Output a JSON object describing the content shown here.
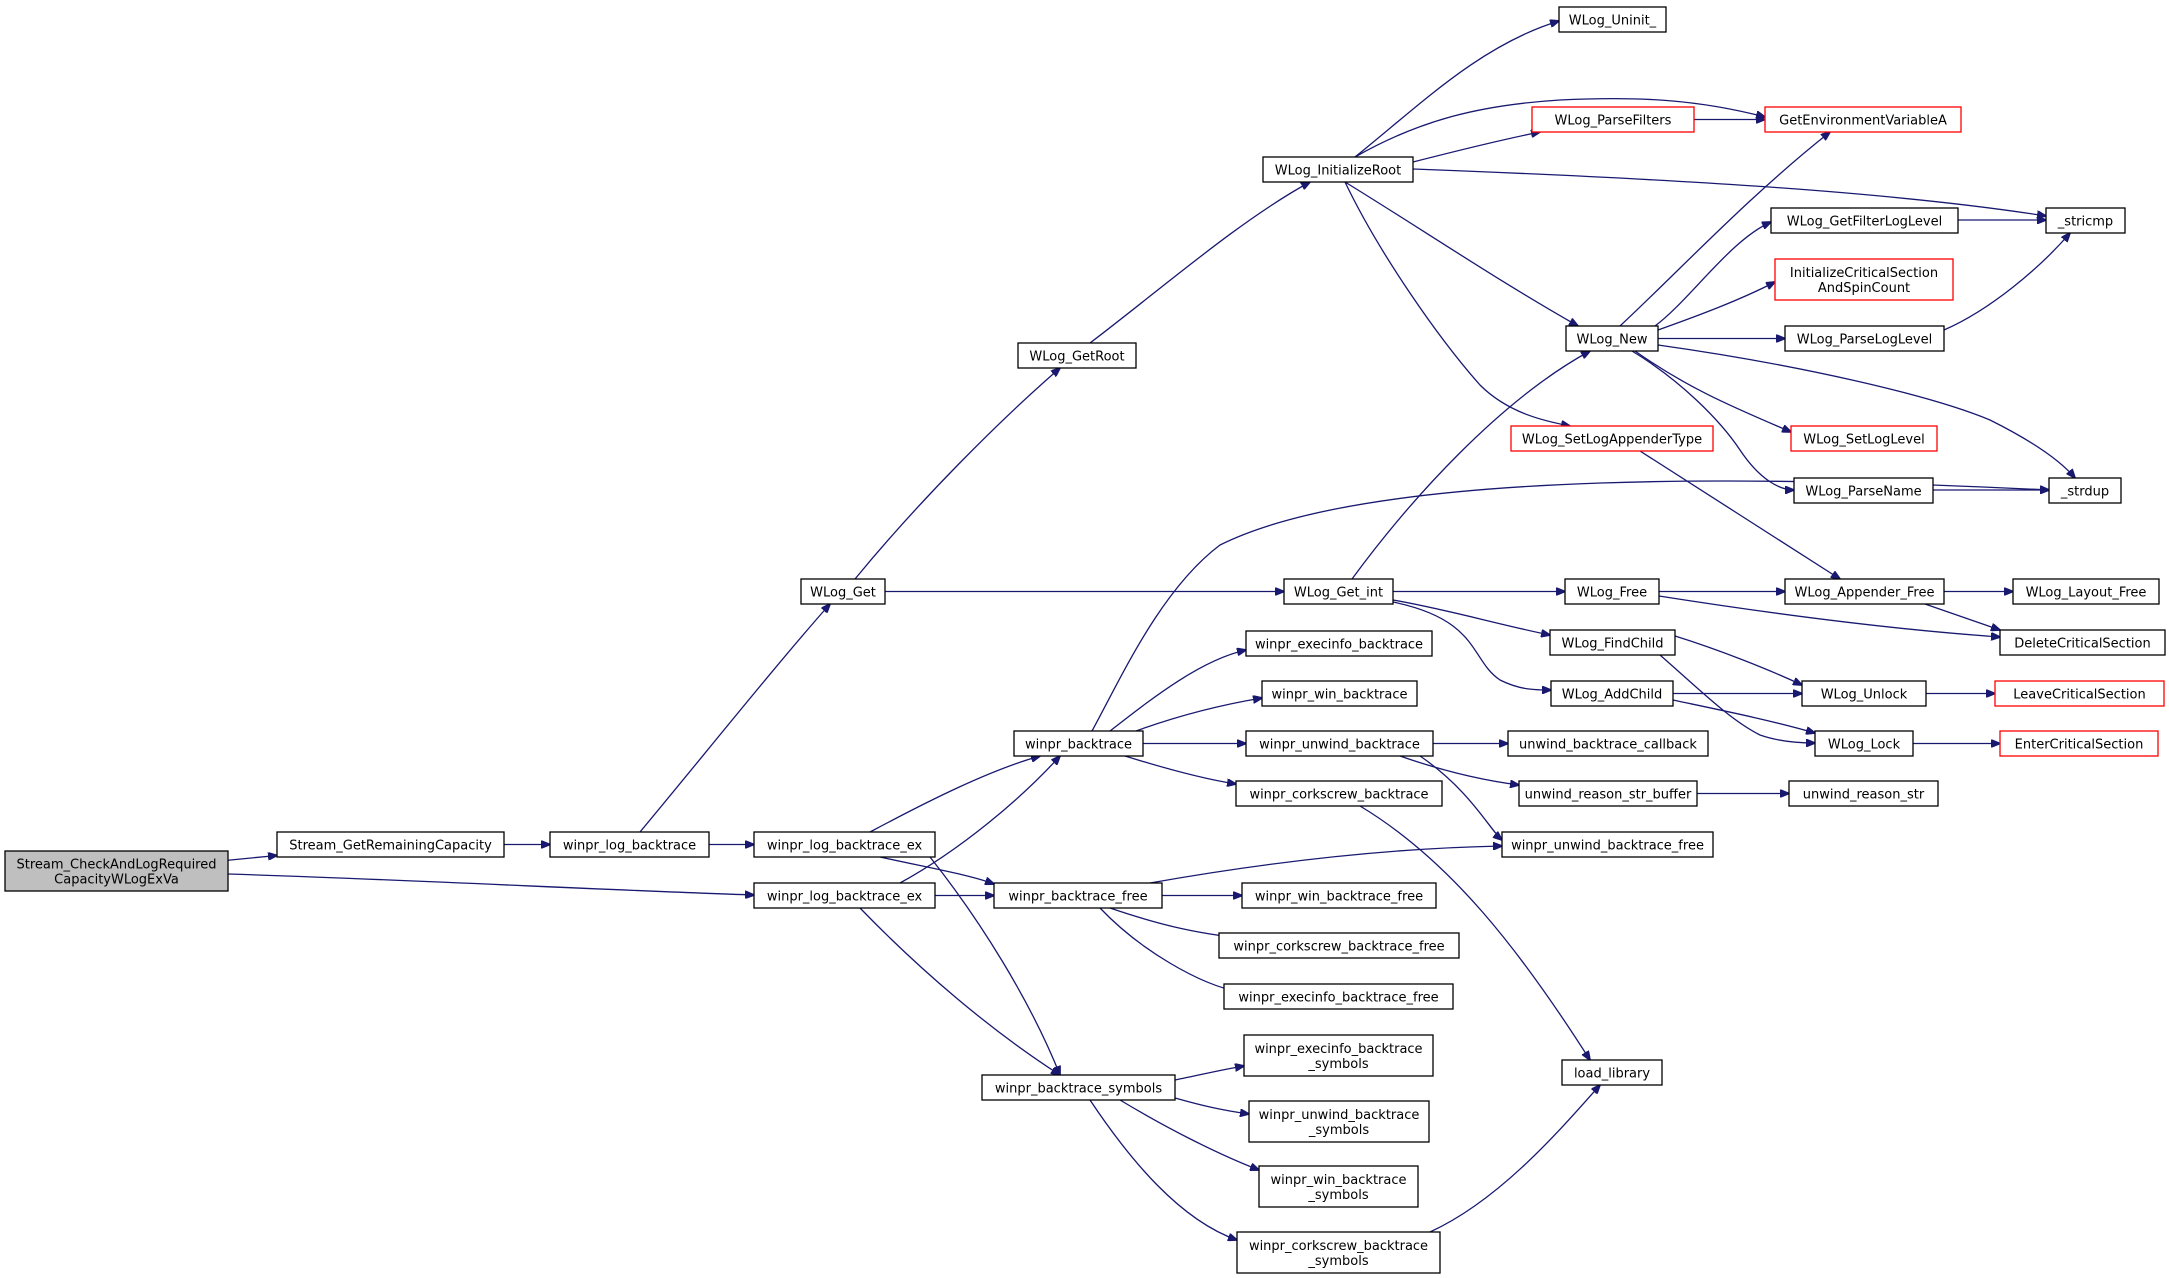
{
  "colors": {
    "edge": "#191970",
    "node_border": "#000000",
    "node_border_truncated": "#ff0000",
    "root_fill": "#bfbfbf",
    "node_fill": "#ffffff",
    "text": "#000000"
  },
  "nodes": [
    {
      "id": "stream_check",
      "lines": [
        "Stream_CheckAndLogRequired",
        "CapacityWLogExVa"
      ],
      "style": "root"
    },
    {
      "id": "stream_getremaining",
      "lines": [
        "Stream_GetRemainingCapacity"
      ],
      "style": "normal"
    },
    {
      "id": "winpr_log_backtrace",
      "lines": [
        "winpr_log_backtrace"
      ],
      "style": "normal"
    },
    {
      "id": "wlog_get",
      "lines": [
        "WLog_Get"
      ],
      "style": "normal"
    },
    {
      "id": "wlog_getroot",
      "lines": [
        "WLog_GetRoot"
      ],
      "style": "normal"
    },
    {
      "id": "wlog_initializeroot",
      "lines": [
        "WLog_InitializeRoot"
      ],
      "style": "normal"
    },
    {
      "id": "wlog_uninit",
      "lines": [
        "WLog_Uninit_"
      ],
      "style": "normal"
    },
    {
      "id": "wlog_parsefilters",
      "lines": [
        "WLog_ParseFilters"
      ],
      "style": "truncated"
    },
    {
      "id": "getenv",
      "lines": [
        "GetEnvironmentVariableA"
      ],
      "style": "truncated"
    },
    {
      "id": "stricmp",
      "lines": [
        "_stricmp"
      ],
      "style": "normal"
    },
    {
      "id": "wlog_getfilterloglevel",
      "lines": [
        "WLog_GetFilterLogLevel"
      ],
      "style": "normal"
    },
    {
      "id": "initcritsec",
      "lines": [
        "InitializeCriticalSection",
        "AndSpinCount"
      ],
      "style": "truncated"
    },
    {
      "id": "wlog_new",
      "lines": [
        "WLog_New"
      ],
      "style": "normal"
    },
    {
      "id": "wlog_parseloglevel",
      "lines": [
        "WLog_ParseLogLevel"
      ],
      "style": "normal"
    },
    {
      "id": "wlog_setappendertype",
      "lines": [
        "WLog_SetLogAppenderType"
      ],
      "style": "truncated"
    },
    {
      "id": "wlog_setloglevel",
      "lines": [
        "WLog_SetLogLevel"
      ],
      "style": "truncated"
    },
    {
      "id": "wlog_parsename",
      "lines": [
        "WLog_ParseName"
      ],
      "style": "normal"
    },
    {
      "id": "strdup",
      "lines": [
        "_strdup"
      ],
      "style": "normal"
    },
    {
      "id": "wlog_get_int",
      "lines": [
        "WLog_Get_int"
      ],
      "style": "normal"
    },
    {
      "id": "wlog_free",
      "lines": [
        "WLog_Free"
      ],
      "style": "normal"
    },
    {
      "id": "wlog_appender_free",
      "lines": [
        "WLog_Appender_Free"
      ],
      "style": "normal"
    },
    {
      "id": "wlog_layout_free",
      "lines": [
        "WLog_Layout_Free"
      ],
      "style": "normal"
    },
    {
      "id": "deletecritsec",
      "lines": [
        "DeleteCriticalSection"
      ],
      "style": "normal"
    },
    {
      "id": "wlog_findchild",
      "lines": [
        "WLog_FindChild"
      ],
      "style": "normal"
    },
    {
      "id": "wlog_addchild",
      "lines": [
        "WLog_AddChild"
      ],
      "style": "normal"
    },
    {
      "id": "wlog_unlock",
      "lines": [
        "WLog_Unlock"
      ],
      "style": "normal"
    },
    {
      "id": "leavecritsec",
      "lines": [
        "LeaveCriticalSection"
      ],
      "style": "truncated"
    },
    {
      "id": "wlog_lock",
      "lines": [
        "WLog_Lock"
      ],
      "style": "normal"
    },
    {
      "id": "entercritsec",
      "lines": [
        "EnterCriticalSection"
      ],
      "style": "truncated"
    },
    {
      "id": "winpr_execinfo_backtrace",
      "lines": [
        "winpr_execinfo_backtrace"
      ],
      "style": "normal"
    },
    {
      "id": "winpr_win_backtrace",
      "lines": [
        "winpr_win_backtrace"
      ],
      "style": "normal"
    },
    {
      "id": "winpr_backtrace",
      "lines": [
        "winpr_backtrace"
      ],
      "style": "normal"
    },
    {
      "id": "winpr_unwind_backtrace",
      "lines": [
        "winpr_unwind_backtrace"
      ],
      "style": "normal"
    },
    {
      "id": "unwind_backtrace_callback",
      "lines": [
        "unwind_backtrace_callback"
      ],
      "style": "normal"
    },
    {
      "id": "winpr_corkscrew_backtrace",
      "lines": [
        "winpr_corkscrew_backtrace"
      ],
      "style": "normal"
    },
    {
      "id": "unwind_reason_str_buffer",
      "lines": [
        "unwind_reason_str_buffer"
      ],
      "style": "normal"
    },
    {
      "id": "unwind_reason_str",
      "lines": [
        "unwind_reason_str"
      ],
      "style": "normal"
    },
    {
      "id": "winpr_log_backtrace_ex_1",
      "lines": [
        "winpr_log_backtrace_ex"
      ],
      "style": "normal"
    },
    {
      "id": "winpr_unwind_backtrace_free",
      "lines": [
        "winpr_unwind_backtrace_free"
      ],
      "style": "normal"
    },
    {
      "id": "winpr_log_backtrace_ex_2",
      "lines": [
        "winpr_log_backtrace_ex"
      ],
      "style": "normal"
    },
    {
      "id": "winpr_backtrace_free",
      "lines": [
        "winpr_backtrace_free"
      ],
      "style": "normal"
    },
    {
      "id": "winpr_win_backtrace_free",
      "lines": [
        "winpr_win_backtrace_free"
      ],
      "style": "normal"
    },
    {
      "id": "winpr_corkscrew_backtrace_free",
      "lines": [
        "winpr_corkscrew_backtrace_free"
      ],
      "style": "normal"
    },
    {
      "id": "winpr_execinfo_backtrace_free",
      "lines": [
        "winpr_execinfo_backtrace_free"
      ],
      "style": "normal"
    },
    {
      "id": "winpr_execinfo_backtrace_symbols",
      "lines": [
        "winpr_execinfo_backtrace",
        "_symbols"
      ],
      "style": "normal"
    },
    {
      "id": "load_library",
      "lines": [
        "load_library"
      ],
      "style": "normal"
    },
    {
      "id": "winpr_backtrace_symbols",
      "lines": [
        "winpr_backtrace_symbols"
      ],
      "style": "normal"
    },
    {
      "id": "winpr_unwind_backtrace_symbols",
      "lines": [
        "winpr_unwind_backtrace",
        "_symbols"
      ],
      "style": "normal"
    },
    {
      "id": "winpr_win_backtrace_symbols",
      "lines": [
        "winpr_win_backtrace",
        "_symbols"
      ],
      "style": "normal"
    },
    {
      "id": "winpr_corkscrew_backtrace_symbols",
      "lines": [
        "winpr_corkscrew_backtrace",
        "_symbols"
      ],
      "style": "normal"
    }
  ],
  "edges": [
    {
      "from": "stream_check",
      "to": "stream_getremaining"
    },
    {
      "from": "stream_check",
      "to": "winpr_log_backtrace_ex_2"
    },
    {
      "from": "stream_getremaining",
      "to": "winpr_log_backtrace"
    },
    {
      "from": "winpr_log_backtrace",
      "to": "wlog_get"
    },
    {
      "from": "winpr_log_backtrace",
      "to": "winpr_log_backtrace_ex_1"
    },
    {
      "from": "wlog_get",
      "to": "wlog_getroot"
    },
    {
      "from": "wlog_get",
      "to": "wlog_get_int"
    },
    {
      "from": "wlog_getroot",
      "to": "wlog_initializeroot"
    },
    {
      "from": "wlog_initializeroot",
      "to": "wlog_uninit"
    },
    {
      "from": "wlog_initializeroot",
      "to": "getenv"
    },
    {
      "from": "wlog_initializeroot",
      "to": "wlog_parsefilters"
    },
    {
      "from": "wlog_initializeroot",
      "to": "stricmp"
    },
    {
      "from": "wlog_initializeroot",
      "to": "wlog_new"
    },
    {
      "from": "wlog_initializeroot",
      "to": "wlog_setappendertype"
    },
    {
      "from": "wlog_parsefilters",
      "to": "getenv"
    },
    {
      "from": "wlog_getfilterloglevel",
      "to": "stricmp"
    },
    {
      "from": "wlog_parseloglevel",
      "to": "stricmp"
    },
    {
      "from": "wlog_new",
      "to": "getenv"
    },
    {
      "from": "wlog_new",
      "to": "wlog_getfilterloglevel"
    },
    {
      "from": "wlog_new",
      "to": "initcritsec"
    },
    {
      "from": "wlog_new",
      "to": "wlog_parseloglevel"
    },
    {
      "from": "wlog_new",
      "to": "strdup"
    },
    {
      "from": "wlog_new",
      "to": "wlog_setloglevel"
    },
    {
      "from": "wlog_new",
      "to": "wlog_parsename"
    },
    {
      "from": "wlog_parsename",
      "to": "strdup"
    },
    {
      "from": "wlog_setappendertype",
      "to": "wlog_appender_free"
    },
    {
      "from": "wlog_get_int",
      "to": "wlog_new"
    },
    {
      "from": "wlog_get_int",
      "to": "wlog_free"
    },
    {
      "from": "wlog_get_int",
      "to": "wlog_findchild"
    },
    {
      "from": "wlog_get_int",
      "to": "wlog_addchild"
    },
    {
      "from": "wlog_free",
      "to": "wlog_appender_free"
    },
    {
      "from": "wlog_free",
      "to": "deletecritsec"
    },
    {
      "from": "wlog_appender_free",
      "to": "wlog_layout_free"
    },
    {
      "from": "wlog_appender_free",
      "to": "deletecritsec"
    },
    {
      "from": "wlog_findchild",
      "to": "wlog_unlock"
    },
    {
      "from": "wlog_findchild",
      "to": "wlog_lock"
    },
    {
      "from": "wlog_addchild",
      "to": "wlog_unlock"
    },
    {
      "from": "wlog_addchild",
      "to": "wlog_lock"
    },
    {
      "from": "wlog_unlock",
      "to": "leavecritsec"
    },
    {
      "from": "wlog_lock",
      "to": "entercritsec"
    },
    {
      "from": "winpr_log_backtrace_ex_1",
      "to": "winpr_backtrace"
    },
    {
      "from": "winpr_log_backtrace_ex_1",
      "to": "winpr_backtrace_free"
    },
    {
      "from": "winpr_log_backtrace_ex_1",
      "to": "winpr_backtrace_symbols"
    },
    {
      "from": "winpr_log_backtrace_ex_2",
      "to": "winpr_backtrace"
    },
    {
      "from": "winpr_log_backtrace_ex_2",
      "to": "winpr_backtrace_free"
    },
    {
      "from": "winpr_log_backtrace_ex_2",
      "to": "winpr_backtrace_symbols"
    },
    {
      "from": "winpr_backtrace",
      "to": "strdup"
    },
    {
      "from": "winpr_backtrace",
      "to": "winpr_execinfo_backtrace"
    },
    {
      "from": "winpr_backtrace",
      "to": "winpr_win_backtrace"
    },
    {
      "from": "winpr_backtrace",
      "to": "winpr_unwind_backtrace"
    },
    {
      "from": "winpr_backtrace",
      "to": "winpr_corkscrew_backtrace"
    },
    {
      "from": "winpr_unwind_backtrace",
      "to": "unwind_backtrace_callback"
    },
    {
      "from": "winpr_unwind_backtrace",
      "to": "unwind_reason_str_buffer"
    },
    {
      "from": "winpr_unwind_backtrace",
      "to": "winpr_unwind_backtrace_free"
    },
    {
      "from": "unwind_reason_str_buffer",
      "to": "unwind_reason_str"
    },
    {
      "from": "winpr_corkscrew_backtrace",
      "to": "load_library"
    },
    {
      "from": "winpr_backtrace_free",
      "to": "winpr_unwind_backtrace_free"
    },
    {
      "from": "winpr_backtrace_free",
      "to": "winpr_win_backtrace_free"
    },
    {
      "from": "winpr_backtrace_free",
      "to": "winpr_corkscrew_backtrace_free"
    },
    {
      "from": "winpr_backtrace_free",
      "to": "winpr_execinfo_backtrace_free"
    },
    {
      "from": "winpr_backtrace_symbols",
      "to": "winpr_execinfo_backtrace_symbols"
    },
    {
      "from": "winpr_backtrace_symbols",
      "to": "winpr_unwind_backtrace_symbols"
    },
    {
      "from": "winpr_backtrace_symbols",
      "to": "winpr_win_backtrace_symbols"
    },
    {
      "from": "winpr_backtrace_symbols",
      "to": "winpr_corkscrew_backtrace_symbols"
    },
    {
      "from": "winpr_corkscrew_backtrace_symbols",
      "to": "load_library"
    }
  ]
}
